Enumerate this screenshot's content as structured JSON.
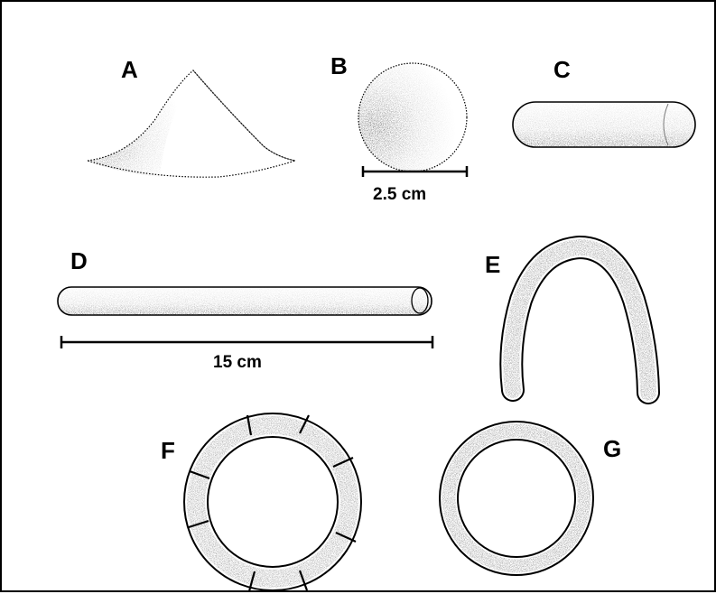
{
  "figure": {
    "labels": {
      "a": "A",
      "b": "B",
      "c": "C",
      "d": "D",
      "e": "E",
      "f": "F",
      "g": "G"
    },
    "scale_bars": {
      "small": "2.5 cm",
      "large": "15 cm"
    },
    "colors": {
      "ink": "#000000",
      "paper": "#ffffff",
      "shading": "#1a1a1a"
    }
  }
}
